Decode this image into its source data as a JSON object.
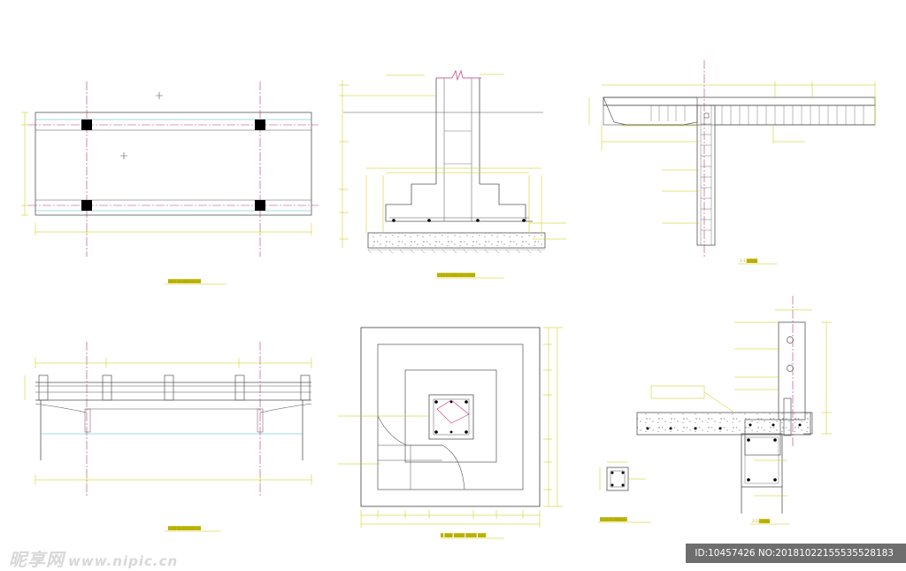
{
  "drawing": {
    "line_color": "#6b6b6b",
    "dim_color": "#c8c800",
    "center_color": "#c0357f",
    "cyan_color": "#49b6c9",
    "captions": {
      "plan": "████████████",
      "footing_section": "██████████████",
      "roof_section": "1-1 ████",
      "elevation": "████████████",
      "footing_plan": "█ ███ ████ ████ ███",
      "column_section": "██████████",
      "beam_detail": "2-2 ████"
    }
  },
  "watermark": {
    "brand": "昵享网",
    "url": "www.nipic.cn",
    "id_text": "ID:10457426 NO:20181022155535528183"
  }
}
